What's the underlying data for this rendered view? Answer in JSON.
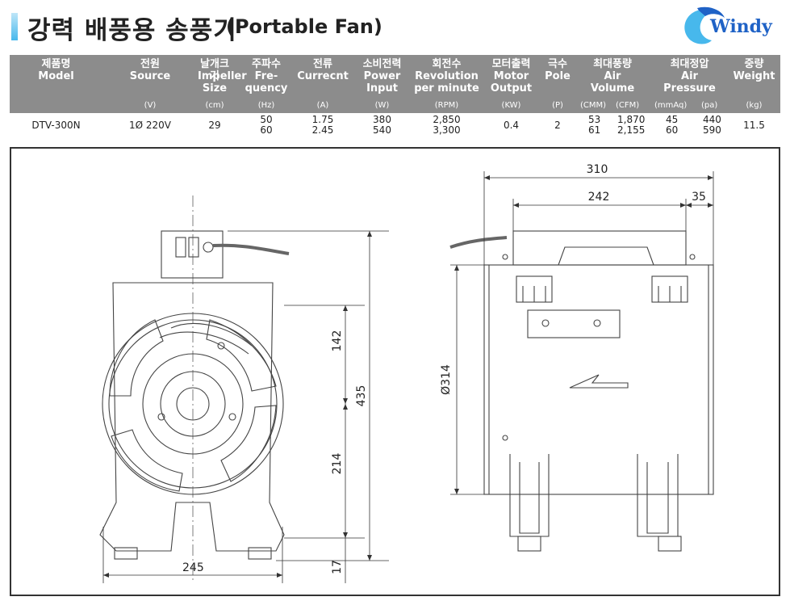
{
  "title": {
    "korean": "강력 배풍용 송풍기",
    "english": "(Portable Fan)"
  },
  "brand": {
    "logo_text": "Windy",
    "colors": {
      "primary": "#1f62c6",
      "accent": "#47b8ec"
    }
  },
  "spec_table": {
    "headers": [
      {
        "ko": "제품명",
        "en": "Model",
        "unit": ""
      },
      {
        "ko": "전원",
        "en": "Source",
        "unit": "(V)"
      },
      {
        "ko": "날개크기",
        "en": "Impeller\nSize",
        "unit": "(cm)"
      },
      {
        "ko": "주파수",
        "en": "Fre-\nquency",
        "unit": "(Hz)"
      },
      {
        "ko": "전류",
        "en": "Currecnt",
        "unit": "(A)"
      },
      {
        "ko": "소비전력",
        "en": "Power\nInput",
        "unit": "(W)"
      },
      {
        "ko": "회전수",
        "en": "Revolution\nper minute",
        "unit": "(RPM)"
      },
      {
        "ko": "모터출력",
        "en": "Motor\nOutput",
        "unit": "(KW)"
      },
      {
        "ko": "극수",
        "en": "Pole",
        "unit": "(P)"
      },
      {
        "ko": "최대풍량",
        "en": "Air\nVolume",
        "unit": "",
        "sub_units": [
          "(CMM)",
          "(CFM)"
        ]
      },
      {
        "ko": "최대정압",
        "en": "Air\nPressure",
        "unit": "",
        "sub_units": [
          "(mmAq)",
          "(pa)"
        ]
      },
      {
        "ko": "중량",
        "en": "Weight",
        "unit": "(kg)"
      }
    ],
    "row": {
      "model": "DTV-300N",
      "source": "1Ø 220V",
      "impeller": "29",
      "frequency": [
        "50",
        "60"
      ],
      "current": [
        "1.75",
        "2.45"
      ],
      "power": [
        "380",
        "540"
      ],
      "rpm": [
        "2,850",
        "3,300"
      ],
      "motor": "0.4",
      "pole": "2",
      "air_volume_cmm": [
        "53",
        "61"
      ],
      "air_volume_cfm": [
        "1,870",
        "2,155"
      ],
      "pressure_mmaq": [
        "45",
        "60"
      ],
      "pressure_pa": [
        "440",
        "590"
      ],
      "weight": "11.5"
    }
  },
  "drawing": {
    "dimensions": {
      "base_width": "245",
      "upper_height": "142",
      "lower_height": "214",
      "total_height": "435",
      "foot_height": "17",
      "total_length": "310",
      "body_length": "242",
      "handle_offset": "35",
      "diameter": "Ø314"
    }
  }
}
